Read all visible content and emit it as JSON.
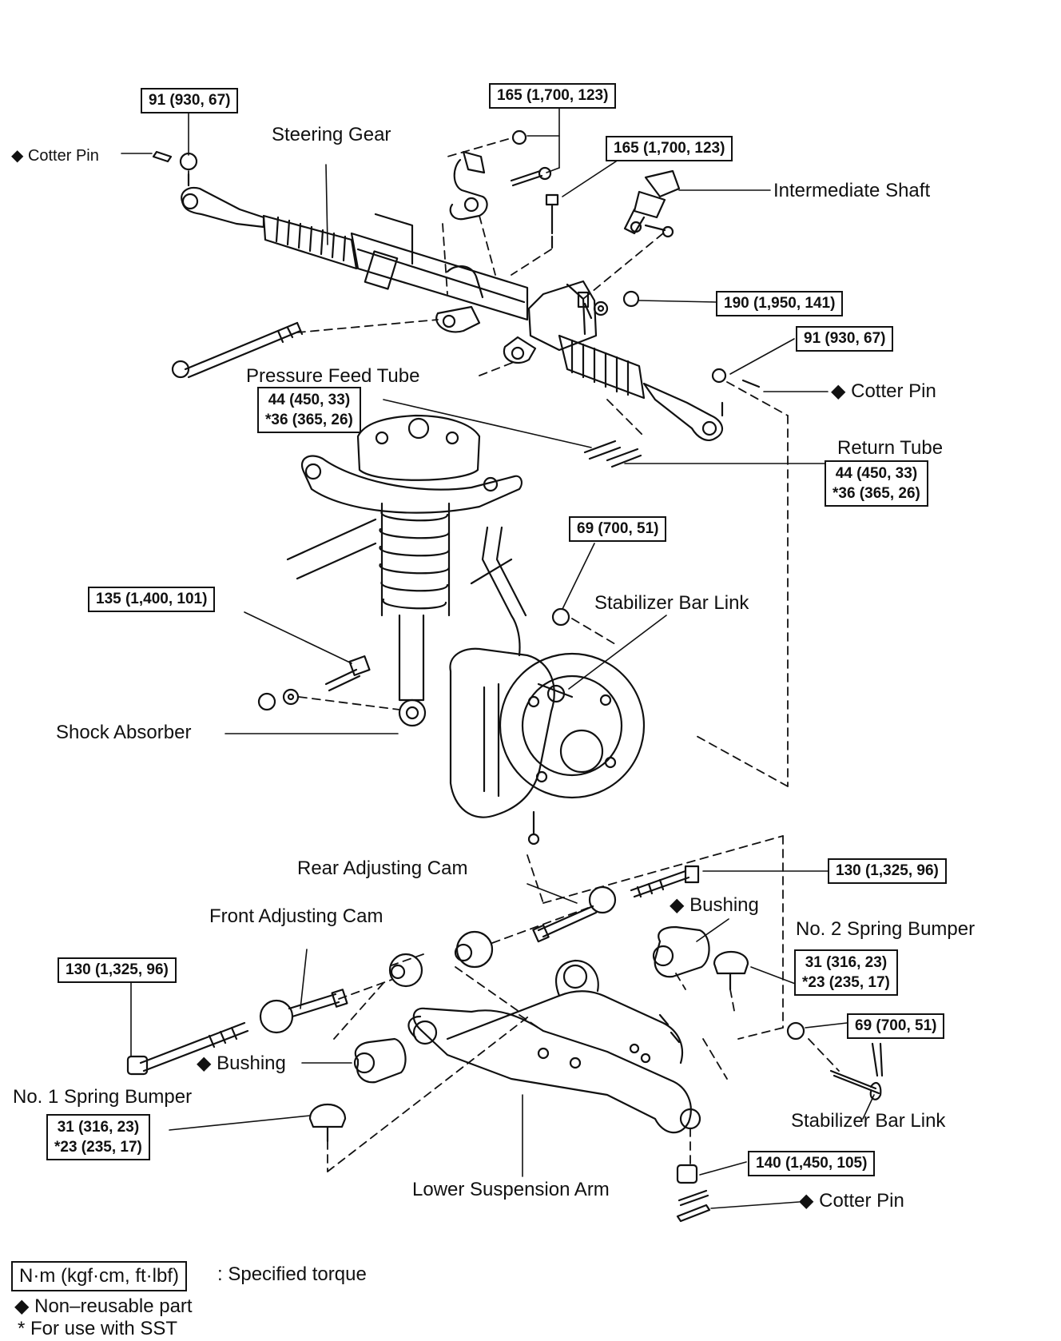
{
  "labels": {
    "cotter_pin_top_left": "◆ Cotter Pin",
    "steering_gear": "Steering Gear",
    "intermediate_shaft": "Intermediate Shaft",
    "cotter_pin_right": "◆ Cotter Pin",
    "pressure_feed_tube": "Pressure Feed Tube",
    "return_tube": "Return Tube",
    "stabilizer_bar_link_upper": "Stabilizer Bar Link",
    "shock_absorber": "Shock Absorber",
    "rear_adjusting_cam": "Rear Adjusting Cam",
    "front_adjusting_cam": "Front Adjusting Cam",
    "bushing_rear": "◆ Bushing",
    "no2_spring_bumper": "No. 2 Spring Bumper",
    "bushing_front": "◆ Bushing",
    "no1_spring_bumper": "No. 1 Spring Bumper",
    "stabilizer_bar_link_lower": "Stabilizer Bar Link",
    "lower_suspension_arm": "Lower Suspension Arm",
    "cotter_pin_bottom": "◆ Cotter Pin"
  },
  "torques": {
    "tie_rod_nut_left": "91 (930, 67)",
    "gear_bracket_bolt": "165 (1,700, 123)",
    "shaft_yoke_bolt": "165 (1,700, 123)",
    "gear_mount_nut": "190 (1,950, 141)",
    "tie_rod_nut_right": "91 (930, 67)",
    "pressure_feed_tube": [
      "44 (450, 33)",
      "*36 (365, 26)"
    ],
    "return_tube": [
      "44 (450, 33)",
      "*36 (365, 26)"
    ],
    "stabilizer_link_upper_nut": "69 (700, 51)",
    "shock_absorber_bolt": "135 (1,400, 101)",
    "rear_arm_bolt": "130 (1,325, 96)",
    "no2_spring_bumper": [
      "31 (316, 23)",
      "*23 (235, 17)"
    ],
    "front_arm_bolt": "130 (1,325, 96)",
    "stabilizer_link_lower_nut": "69 (700, 51)",
    "no1_spring_bumper": [
      "31 (316, 23)",
      "*23 (235, 17)"
    ],
    "ball_joint_nut": "140 (1,450, 105)"
  },
  "legend": {
    "torque_units": "N·m (kgf·cm, ft·lbf)",
    "torque_caption": ": Specified torque",
    "non_reusable": "◆ Non–reusable part",
    "sst": "* For use with SST"
  }
}
